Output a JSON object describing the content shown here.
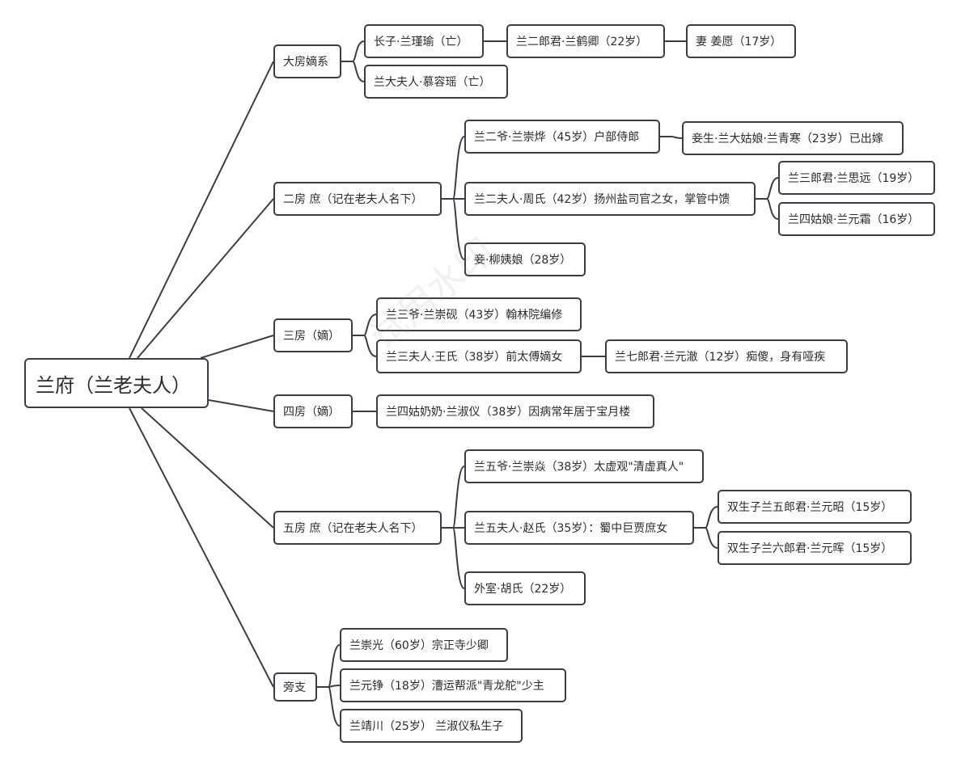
{
  "root": {
    "label": "兰府（兰老夫人）"
  },
  "branches": [
    {
      "label": "大房嫡系",
      "children": [
        {
          "label": "长子·兰瑾瑜（亡）",
          "children": [
            {
              "label": "兰二郎君·兰鹤卿（22岁）",
              "children": [
                {
                  "label": "妻 姜愿（17岁）"
                }
              ]
            }
          ]
        },
        {
          "label": "兰大夫人·慕容瑶（亡）"
        }
      ]
    },
    {
      "label": "二房 庶（记在老夫人名下）",
      "children": [
        {
          "label": "兰二爷·兰崇烨（45岁）户部侍郎",
          "children": [
            {
              "label": "妾生·兰大姑娘·兰青寒（23岁）已出嫁"
            }
          ]
        },
        {
          "label": "兰二夫人·周氏（42岁）扬州盐司官之女，掌管中馈",
          "children": [
            {
              "label": "兰三郎君·兰思远（19岁）"
            },
            {
              "label": "兰四姑娘·兰元霜（16岁）"
            }
          ]
        },
        {
          "label": "妾·柳姨娘（28岁）"
        }
      ]
    },
    {
      "label": "三房（嫡）",
      "children": [
        {
          "label": "兰三爷·兰崇砚（43岁）翰林院编修"
        },
        {
          "label": "兰三夫人·王氏（38岁）前太傅嫡女",
          "children": [
            {
              "label": "兰七郎君·兰元澈（12岁）痴傻，身有哑疾"
            }
          ]
        }
      ]
    },
    {
      "label": "四房（嫡）",
      "children": [
        {
          "label": "兰四姑奶奶·兰淑仪（38岁）因病常年居于宝月楼"
        }
      ]
    },
    {
      "label": "五房 庶（记在老夫人名下）",
      "children": [
        {
          "label": "兰五爷·兰崇焱（38岁）太虚观\"清虚真人\""
        },
        {
          "label": "兰五夫人·赵氏（35岁）：蜀中巨贾庶女",
          "children": [
            {
              "label": "双生子兰五郎君·兰元昭（15岁）"
            },
            {
              "label": "双生子兰六郎君·兰元晖（15岁）"
            }
          ]
        },
        {
          "label": "外室·胡氏（22岁）"
        }
      ]
    },
    {
      "label": "旁支",
      "children": [
        {
          "label": "兰崇光（60岁）宗正寺少卿"
        },
        {
          "label": "兰元铮（18岁）漕运帮派\"青龙舵\"少主"
        },
        {
          "label": "兰靖川（25岁） 兰淑仪私生子"
        }
      ]
    }
  ],
  "watermark": "试用水印",
  "colors": {
    "line": "#3d3d4a",
    "border": "#3d3d4a",
    "text": "#2b2b2b",
    "background": "#ffffff"
  }
}
